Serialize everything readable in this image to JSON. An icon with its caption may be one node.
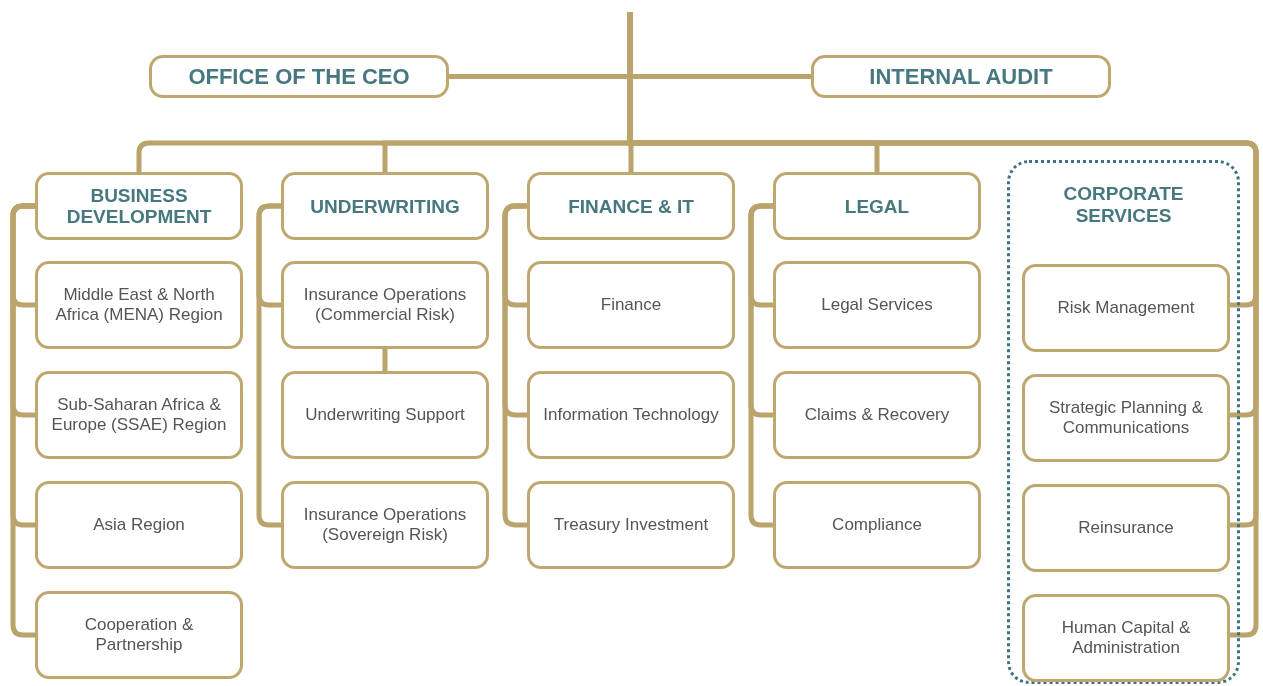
{
  "diagram": {
    "nodes": [
      {
        "text": [
          "OFFICE OF THE CEO"
        ]
      },
      {
        "text": [
          "INTERNAL AUDIT"
        ]
      },
      {
        "text": [
          "BUSINESS DEVELOPMENT"
        ]
      },
      {
        "text": [
          "Middle East & North Africa (MENA) Region"
        ]
      },
      {
        "text": [
          "Sub-Saharan Africa & Europe (SSAE) Region"
        ]
      },
      {
        "text": [
          "Asia Region"
        ]
      },
      {
        "text": [
          "Cooperation & Partnership"
        ]
      },
      {
        "text": [
          "UNDERWRITING"
        ]
      },
      {
        "text": [
          "Insurance Operations (Commercial Risk)"
        ]
      },
      {
        "text": [
          "Underwriting Support"
        ]
      },
      {
        "text": [
          "Insurance Operations (Sovereign Risk)"
        ]
      },
      {
        "text": [
          "FINANCE & IT"
        ]
      },
      {
        "text": [
          "Finance"
        ]
      },
      {
        "text": [
          "Information Technology"
        ]
      },
      {
        "text": [
          "Treasury Investment"
        ]
      },
      {
        "text": [
          "LEGAL"
        ]
      },
      {
        "text": [
          "Legal Services"
        ]
      },
      {
        "text": [
          "Claims & Recovery"
        ]
      },
      {
        "text": [
          "Compliance"
        ]
      },
      {
        "text": [
          "CORPORATE SERVICES"
        ]
      },
      {
        "text": [
          "Risk Management"
        ],
        "in": 19
      },
      {
        "text": [
          "Strategic Planning & Communications"
        ],
        "in": 19
      },
      {
        "text": [
          "Reinsurance"
        ],
        "in": 19
      },
      {
        "text": [
          "Human Capital & Administration"
        ],
        "in": 19
      }
    ],
    "edges": [
      {
        "from": null,
        "to": 0,
        "arrow": "none"
      },
      {
        "from": null,
        "to": 1,
        "arrow": "none"
      },
      {
        "from": null,
        "to": 2,
        "arrow": "none"
      },
      {
        "from": null,
        "to": 7,
        "arrow": "none"
      },
      {
        "from": null,
        "to": 11,
        "arrow": "none"
      },
      {
        "from": null,
        "to": 15,
        "arrow": "none"
      },
      {
        "from": null,
        "to": 20,
        "arrow": "none"
      },
      {
        "from": null,
        "to": 21,
        "arrow": "none"
      },
      {
        "from": null,
        "to": 22,
        "arrow": "none"
      },
      {
        "from": null,
        "to": 23,
        "arrow": "none"
      },
      {
        "from": 2,
        "to": 3,
        "arrow": "none"
      },
      {
        "from": 2,
        "to": 4,
        "arrow": "none"
      },
      {
        "from": 2,
        "to": 5,
        "arrow": "none"
      },
      {
        "from": 2,
        "to": 6,
        "arrow": "none"
      },
      {
        "from": 7,
        "to": 8,
        "arrow": "none"
      },
      {
        "from": 8,
        "to": 9,
        "arrow": "none"
      },
      {
        "from": 7,
        "to": 10,
        "arrow": "none"
      },
      {
        "from": 11,
        "to": 12,
        "arrow": "none"
      },
      {
        "from": 11,
        "to": 13,
        "arrow": "none"
      },
      {
        "from": 11,
        "to": 14,
        "arrow": "none"
      },
      {
        "from": 15,
        "to": 16,
        "arrow": "none"
      },
      {
        "from": 15,
        "to": 17,
        "arrow": "none"
      },
      {
        "from": 15,
        "to": 18,
        "arrow": "none"
      }
    ]
  }
}
